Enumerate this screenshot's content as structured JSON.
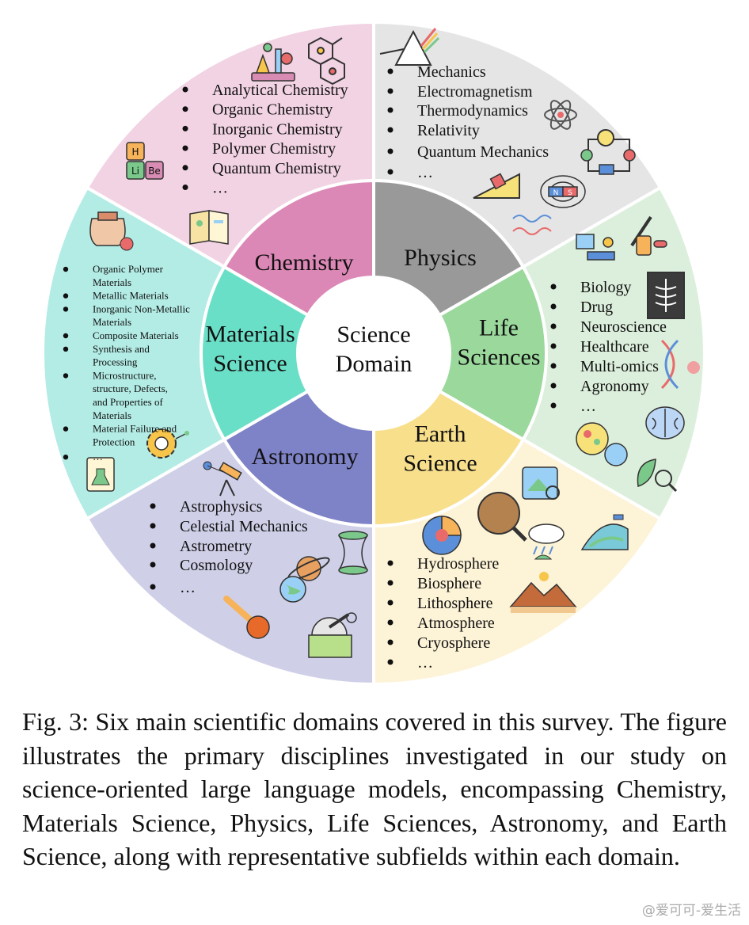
{
  "center": {
    "line1": "Science",
    "line2": "Domain"
  },
  "domains": [
    {
      "key": "chemistry",
      "label_lines": [
        "Chemistry"
      ],
      "ring_color": "#dc88b6",
      "outer_color": "#f2d3e3",
      "items": [
        "Analytical Chemistry",
        "Organic Chemistry",
        "Inorganic Chemistry",
        "Polymer Chemistry",
        "Quantum Chemistry",
        "…"
      ]
    },
    {
      "key": "physics",
      "label_lines": [
        "Physics"
      ],
      "ring_color": "#999999",
      "outer_color": "#e5e5e5",
      "items": [
        "Mechanics",
        "Electromagnetism",
        "Thermodynamics",
        "Relativity",
        "Quantum Mechanics",
        "…"
      ]
    },
    {
      "key": "life-sciences",
      "label_lines": [
        "Life",
        "Sciences"
      ],
      "ring_color": "#9ad89c",
      "outer_color": "#dcefdc",
      "items": [
        "Biology",
        "Drug",
        "Neuroscience",
        "Healthcare",
        "Multi-omics",
        "Agronomy",
        "…"
      ]
    },
    {
      "key": "earth-science",
      "label_lines": [
        "Earth",
        "Science"
      ],
      "ring_color": "#f8df8c",
      "outer_color": "#fdf3d7",
      "items": [
        "Hydrosphere",
        "Biosphere",
        "Lithosphere",
        "Atmosphere",
        "Cryosphere",
        "…"
      ]
    },
    {
      "key": "astronomy",
      "label_lines": [
        "Astronomy"
      ],
      "ring_color": "#7e82c6",
      "outer_color": "#cfd0e8",
      "items": [
        "Astrophysics",
        "Celestial Mechanics",
        "Astrometry",
        "Cosmology",
        "…"
      ]
    },
    {
      "key": "materials-science",
      "label_lines": [
        "Materials",
        "Science"
      ],
      "ring_color": "#6adfc7",
      "outer_color": "#b3ece5",
      "items": [
        "Organic Polymer Materials",
        "Metallic Materials",
        "Inorganic Non-Metallic Materials",
        "Composite Materials",
        "Synthesis and Processing",
        "Microstructure, structure, Defects, and Properties of Materials",
        "Material Failure and Protection",
        "…"
      ]
    }
  ],
  "chemistry_tiles": [
    "H",
    "Li",
    "Be"
  ],
  "magnet_poles": [
    "N",
    "S"
  ],
  "caption": "Fig. 3: Six main scientific domains covered in this survey. The figure illustrates the primary disciplines investigated in our study on science-oriented large language models, encompassing Chemistry, Materials Science, Physics, Life Sciences, Astronomy, and Earth Science, along with representative subfields within each domain.",
  "watermark": "@爱可可-爱生活"
}
